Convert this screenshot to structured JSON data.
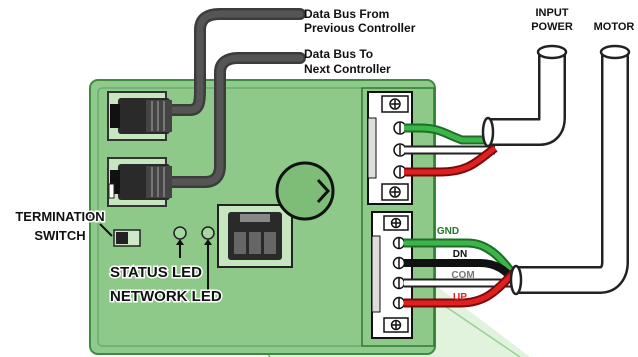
{
  "labels": {
    "bus_from_line1": "Data Bus From",
    "bus_from_line2": "Previous Controller",
    "bus_to_line1": "Data Bus To",
    "bus_to_line2": "Next Controller",
    "input_power_line1": "INPUT",
    "input_power_line2": "POWER",
    "motor": "MOTOR",
    "termination_line1": "TERMINATION",
    "termination_line2": "SWITCH",
    "status_led": "STATUS LED",
    "network_led": "NETWORK LED"
  },
  "terminals": {
    "gnd": "GND",
    "dn": "DN",
    "com": "COM",
    "up": "UP"
  },
  "colors": {
    "board": "#8fc98c",
    "board_edge": "#3f8a3f",
    "wire_green": "#2e9e3a",
    "wire_red": "#e02020",
    "wire_black": "#111111",
    "wire_white": "#ffffff",
    "cable": "#3c3c3c"
  }
}
